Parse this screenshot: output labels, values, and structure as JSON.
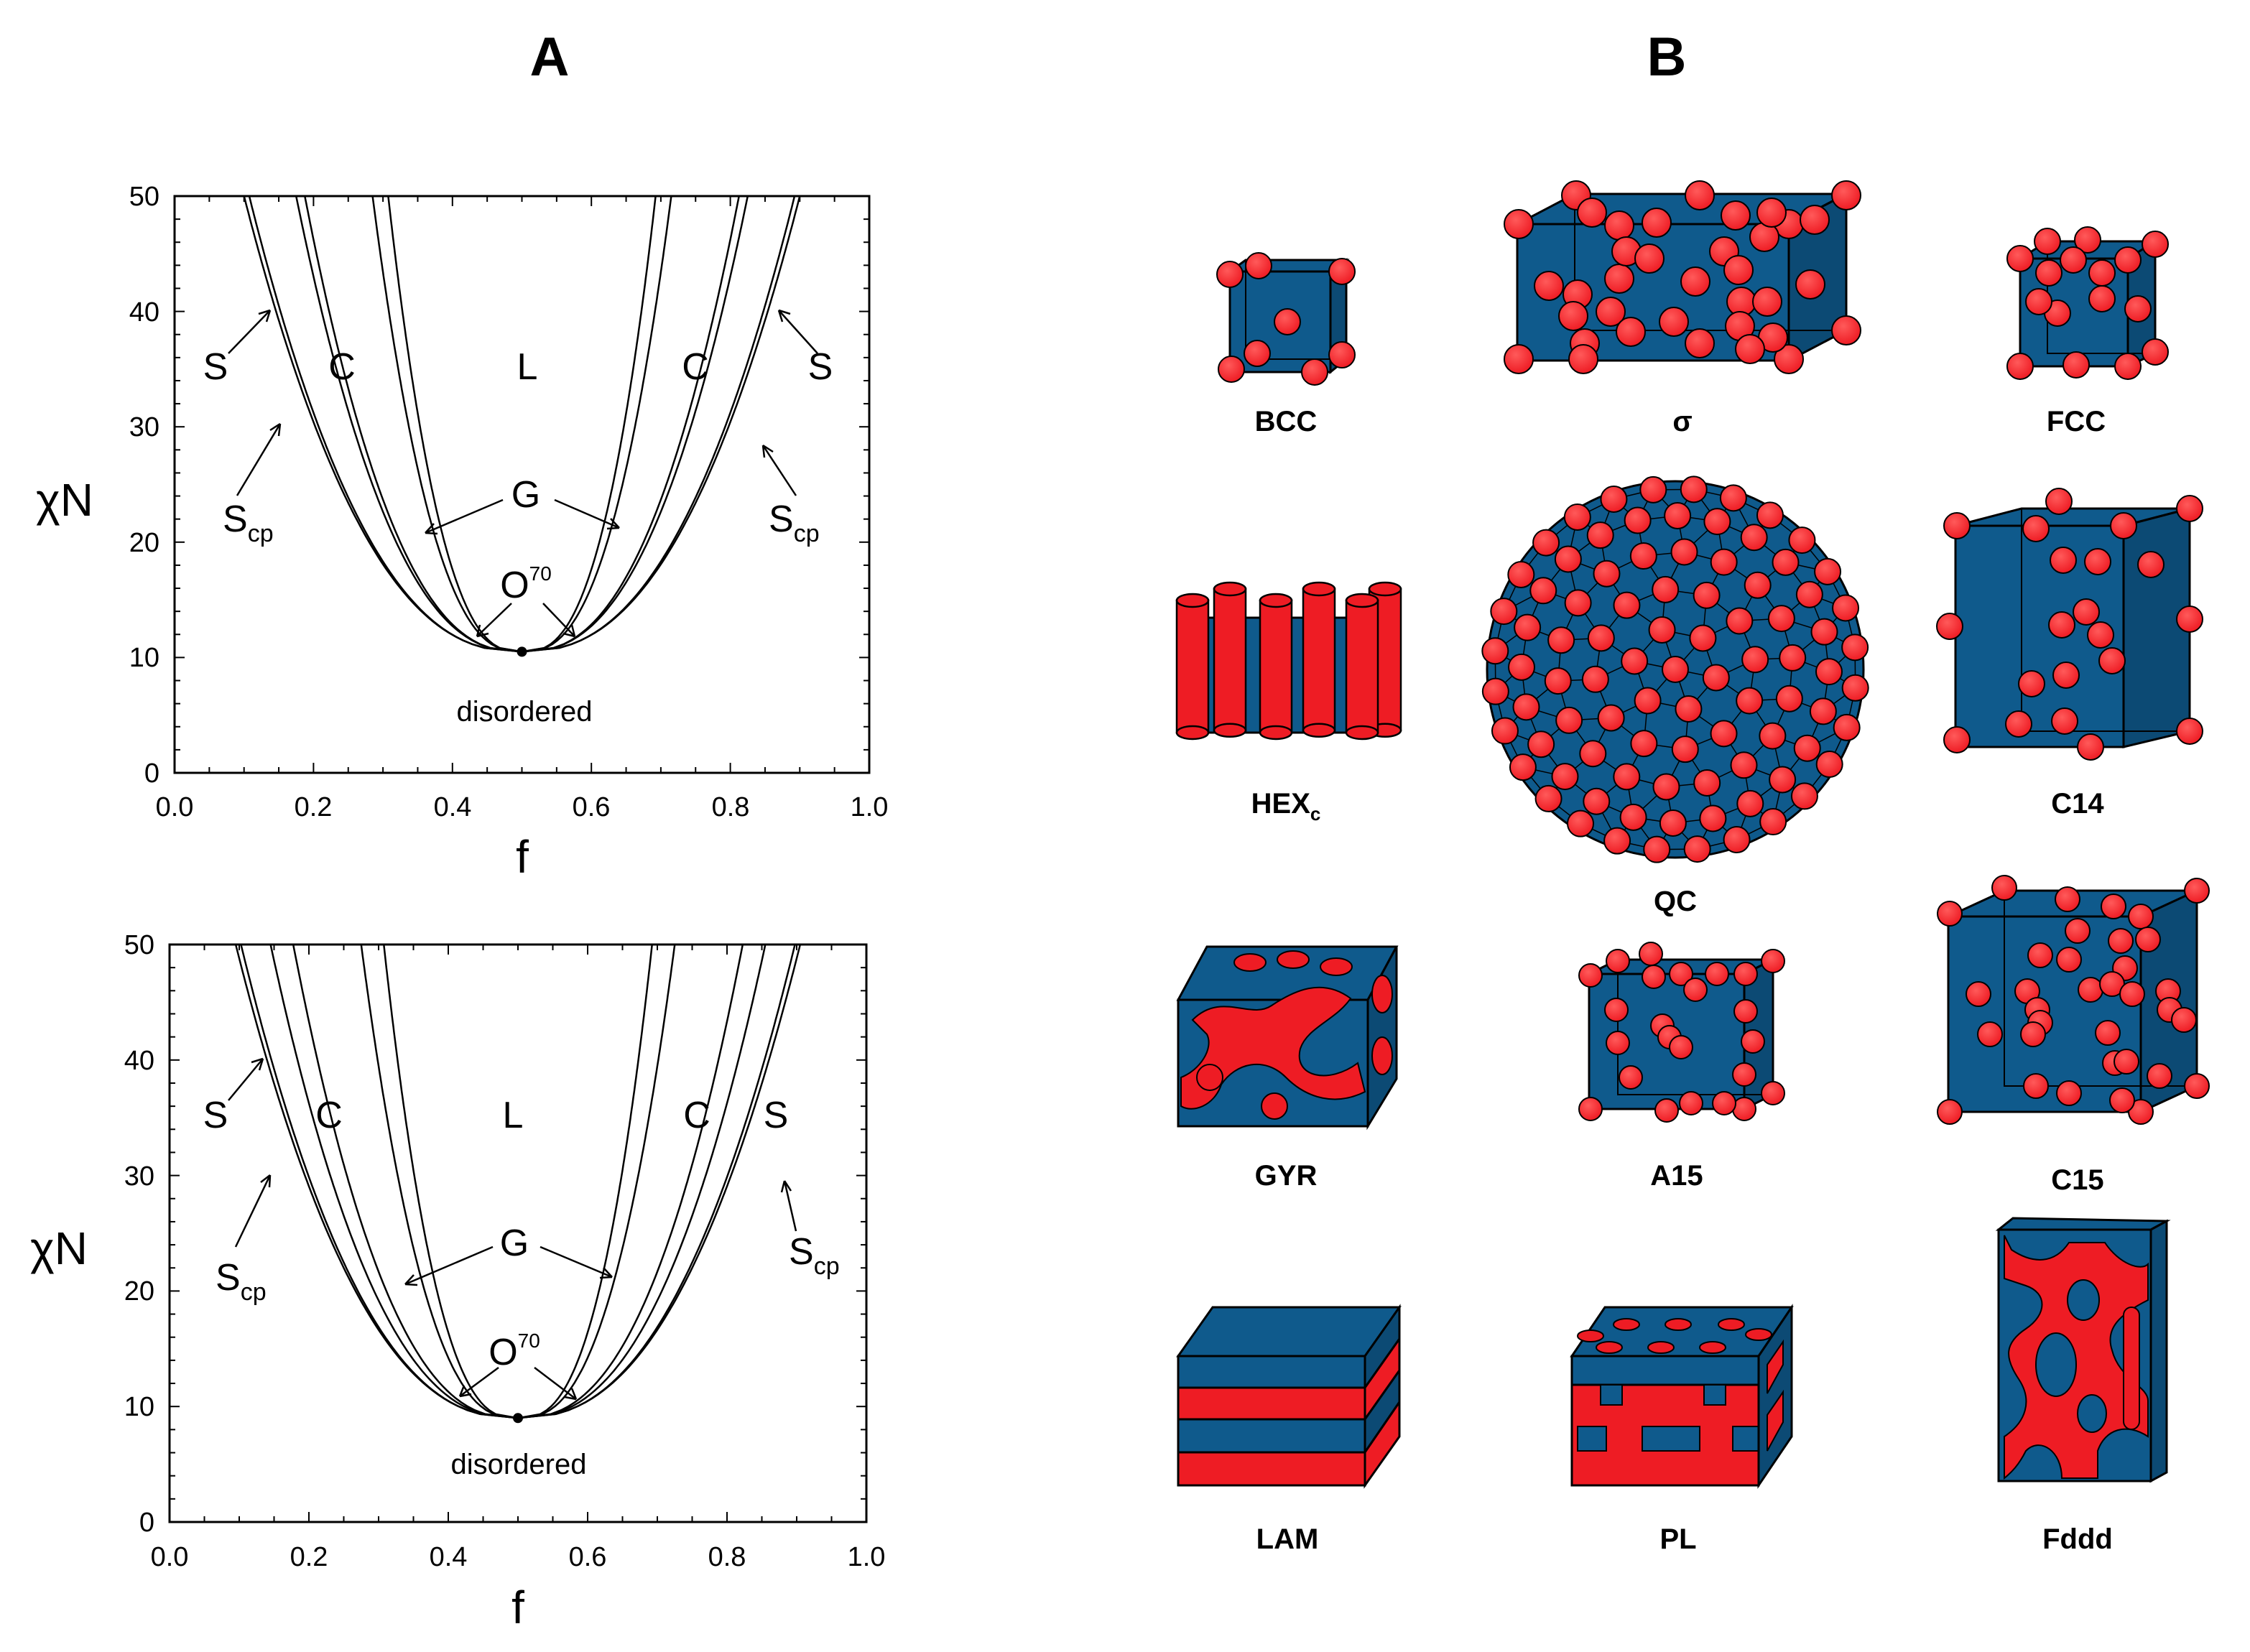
{
  "panels": {
    "a": "A",
    "b": "B"
  },
  "phase_diagrams": [
    {
      "xlabel": "f",
      "ylabel": "χN",
      "xticks": [
        "0.0",
        "0.2",
        "0.4",
        "0.6",
        "0.8",
        "1.0"
      ],
      "yticks": [
        "0",
        "10",
        "20",
        "30",
        "40",
        "50"
      ],
      "xlim": [
        0,
        1
      ],
      "ylim": [
        0,
        50
      ],
      "odt_chiN": 10.5,
      "region_labels": {
        "s_left": "S",
        "c_left": "C",
        "l": "L",
        "c_right": "C",
        "s_right": "S",
        "g": "G",
        "o": "O",
        "o_sup": "70",
        "disordered": "disordered",
        "s_main": "S",
        "s_sub": "cp"
      }
    },
    {
      "xlabel": "f",
      "ylabel": "χN",
      "xticks": [
        "0.0",
        "0.2",
        "0.4",
        "0.6",
        "0.8",
        "1.0"
      ],
      "yticks": [
        "0",
        "10",
        "20",
        "30",
        "40",
        "50"
      ],
      "xlim": [
        0,
        1
      ],
      "ylim": [
        0,
        50
      ],
      "odt_chiN": 9.0,
      "region_labels": {
        "s_left": "S",
        "c_left": "C",
        "l": "L",
        "c_right": "C",
        "s_right": "S",
        "g": "G",
        "o": "O",
        "o_sup": "70",
        "disordered": "disordered",
        "s_main": "S",
        "s_sub": "cp"
      }
    }
  ],
  "structures": {
    "bcc": "BCC",
    "sigma": "σ",
    "fcc": "FCC",
    "hex_main": "HEX",
    "hex_sub": "c",
    "qc": "QC",
    "c14": "C14",
    "gyr": "GYR",
    "a15": "A15",
    "c15": "C15",
    "lam": "LAM",
    "pl": "PL",
    "fddd": "Fddd"
  },
  "colors": {
    "matrix_blue": "#0f5a8c",
    "sphere_red": "#ee1c24",
    "line": "#000000"
  }
}
